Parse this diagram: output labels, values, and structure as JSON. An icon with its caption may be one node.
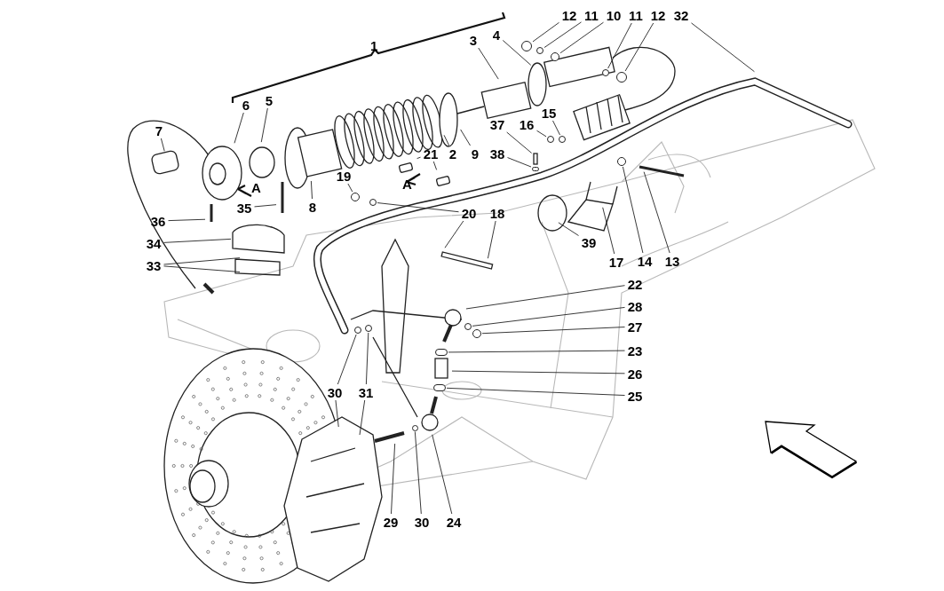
{
  "diagram": {
    "nodes": [
      {
        "text": [
          "12"
        ]
      },
      {
        "text": [
          "11"
        ]
      },
      {
        "text": [
          "10"
        ]
      },
      {
        "text": [
          "11"
        ]
      },
      {
        "text": [
          "12"
        ]
      },
      {
        "text": [
          "32"
        ]
      },
      {
        "text": [
          "4"
        ]
      },
      {
        "text": [
          "3"
        ]
      },
      {
        "text": [
          "6"
        ]
      },
      {
        "text": [
          "5"
        ]
      },
      {
        "text": [
          "15"
        ]
      },
      {
        "text": [
          "37"
        ]
      },
      {
        "text": [
          "16"
        ]
      },
      {
        "text": [
          "7"
        ]
      },
      {
        "text": [
          "21"
        ]
      },
      {
        "text": [
          "2"
        ]
      },
      {
        "text": [
          "9"
        ]
      },
      {
        "text": [
          "38"
        ]
      },
      {
        "text": [
          "19"
        ]
      },
      {
        "text": [
          "20"
        ]
      },
      {
        "text": [
          "18"
        ]
      },
      {
        "text": [
          "35"
        ]
      },
      {
        "text": [
          "8"
        ]
      },
      {
        "text": [
          "36"
        ]
      },
      {
        "text": [
          "39"
        ]
      },
      {
        "text": [
          "34"
        ]
      },
      {
        "text": [
          "17"
        ]
      },
      {
        "text": [
          "14"
        ]
      },
      {
        "text": [
          "13"
        ]
      },
      {
        "text": [
          "33"
        ]
      },
      {
        "text": [
          "22"
        ]
      },
      {
        "text": [
          "28"
        ]
      },
      {
        "text": [
          "27"
        ]
      },
      {
        "text": [
          "23"
        ]
      },
      {
        "text": [
          "26"
        ]
      },
      {
        "text": [
          "25"
        ]
      },
      {
        "text": [
          "30"
        ]
      },
      {
        "text": [
          "31"
        ]
      },
      {
        "text": [
          "29"
        ]
      },
      {
        "text": [
          "30"
        ]
      },
      {
        "text": [
          "24"
        ]
      },
      {
        "text": [],
        "shape": "circle"
      },
      {
        "text": [],
        "shape": "circle"
      },
      {
        "text": [],
        "shape": "circle"
      },
      {
        "text": [],
        "shape": "circle"
      },
      {
        "text": [],
        "shape": "circle"
      },
      {
        "text": [],
        "shape": "circle"
      },
      {
        "text": [],
        "shape": "circle"
      },
      {
        "text": [],
        "shape": "circle"
      },
      {
        "text": [],
        "shape": "circle"
      },
      {
        "text": [],
        "shape": "circle"
      },
      {
        "text": [],
        "shape": "circle"
      },
      {
        "text": [],
        "shape": "circle"
      },
      {
        "text": [],
        "shape": "circle"
      },
      {
        "text": [],
        "shape": "circle"
      },
      {
        "text": [],
        "shape": "circle"
      },
      {
        "text": [],
        "shape": "circle"
      },
      {
        "text": [],
        "shape": "circle"
      },
      {
        "text": [],
        "shape": "circle"
      }
    ],
    "edges": [
      {
        "from": 0,
        "to": 41,
        "arrow": "none"
      },
      {
        "from": 1,
        "to": 42,
        "arrow": "none"
      },
      {
        "from": 2,
        "to": 43,
        "arrow": "none"
      },
      {
        "from": 3,
        "to": 44,
        "arrow": "none"
      },
      {
        "from": 4,
        "to": 45,
        "arrow": "none"
      },
      {
        "from": 5,
        "to": null,
        "arrow": "none"
      },
      {
        "from": 6,
        "to": null,
        "arrow": "none"
      },
      {
        "from": 7,
        "to": null,
        "arrow": "none"
      },
      {
        "from": 8,
        "to": null,
        "arrow": "none"
      },
      {
        "from": 9,
        "to": null,
        "arrow": "none"
      },
      {
        "from": 10,
        "to": 46,
        "arrow": "none"
      },
      {
        "from": 11,
        "to": null,
        "arrow": "none"
      },
      {
        "from": 12,
        "to": 47,
        "arrow": "none"
      },
      {
        "from": 13,
        "to": null,
        "arrow": "none"
      },
      {
        "from": 14,
        "to": null,
        "arrow": "none"
      },
      {
        "from": 14,
        "to": null,
        "arrow": "none"
      },
      {
        "from": 15,
        "to": null,
        "arrow": "none"
      },
      {
        "from": 16,
        "to": null,
        "arrow": "none"
      },
      {
        "from": 17,
        "to": 48,
        "arrow": "none"
      },
      {
        "from": 18,
        "to": 49,
        "arrow": "none"
      },
      {
        "from": 19,
        "to": 50,
        "arrow": "none"
      },
      {
        "from": 19,
        "to": null,
        "arrow": "none"
      },
      {
        "from": 20,
        "to": null,
        "arrow": "none"
      },
      {
        "from": 21,
        "to": null,
        "arrow": "none"
      },
      {
        "from": 22,
        "to": null,
        "arrow": "none"
      },
      {
        "from": 23,
        "to": null,
        "arrow": "none"
      },
      {
        "from": 24,
        "to": null,
        "arrow": "none"
      },
      {
        "from": 25,
        "to": null,
        "arrow": "none"
      },
      {
        "from": 26,
        "to": null,
        "arrow": "none"
      },
      {
        "from": 27,
        "to": 51,
        "arrow": "none"
      },
      {
        "from": 28,
        "to": null,
        "arrow": "none"
      },
      {
        "from": 29,
        "to": null,
        "arrow": "none"
      },
      {
        "from": 29,
        "to": null,
        "arrow": "none"
      },
      {
        "from": 30,
        "to": null,
        "arrow": "none"
      },
      {
        "from": 31,
        "to": 52,
        "arrow": "none"
      },
      {
        "from": 32,
        "to": 53,
        "arrow": "none"
      },
      {
        "from": 33,
        "to": 55,
        "arrow": "none"
      },
      {
        "from": 34,
        "to": null,
        "arrow": "none"
      },
      {
        "from": 35,
        "to": 54,
        "arrow": "none"
      },
      {
        "from": 36,
        "to": 57,
        "arrow": "none"
      },
      {
        "from": 36,
        "to": null,
        "arrow": "none"
      },
      {
        "from": 37,
        "to": 58,
        "arrow": "none"
      },
      {
        "from": 37,
        "to": null,
        "arrow": "none"
      },
      {
        "from": 38,
        "to": null,
        "arrow": "none"
      },
      {
        "from": 39,
        "to": 56,
        "arrow": "none"
      },
      {
        "from": 40,
        "to": null,
        "arrow": "none"
      }
    ],
    "labels": [
      "1",
      "A",
      "A"
    ]
  }
}
